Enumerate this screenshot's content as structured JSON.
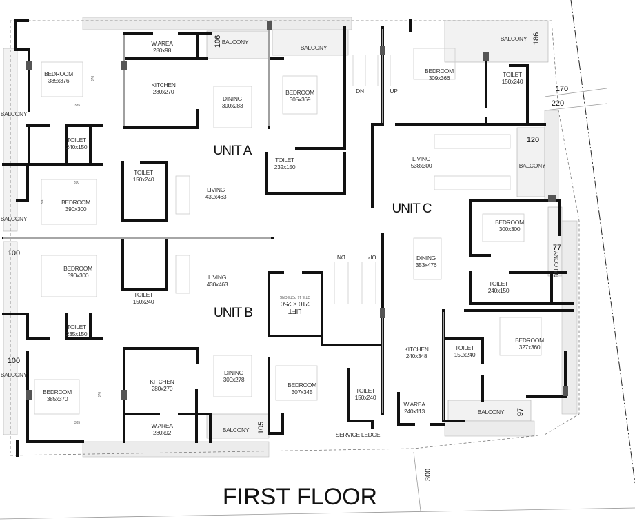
{
  "title": "FIRST FLOOR",
  "units": [
    "UNIT A",
    "UNIT B",
    "UNIT C"
  ],
  "rooms": [
    {
      "name": "W.AREA",
      "size": "280x98"
    },
    {
      "name": "BEDROOM",
      "size": "385x376"
    },
    {
      "name": "KITCHEN",
      "size": "280x270"
    },
    {
      "name": "DINING",
      "size": "300x283"
    },
    {
      "name": "BEDROOM",
      "size": "305x369"
    },
    {
      "name": "TOILET",
      "size": "240x150"
    },
    {
      "name": "TOILET",
      "size": "232x150"
    },
    {
      "name": "TOILET",
      "size": "150x240"
    },
    {
      "name": "LIVING",
      "size": "430x463"
    },
    {
      "name": "BEDROOM",
      "size": "390x300"
    },
    {
      "name": "BEDROOM",
      "size": "309x366"
    },
    {
      "name": "TOILET",
      "size": "150x240"
    },
    {
      "name": "LIVING",
      "size": "538x300"
    },
    {
      "name": "BEDROOM",
      "size": "300x300"
    },
    {
      "name": "DINING",
      "size": "353x476"
    },
    {
      "name": "TOILET",
      "size": "240x150"
    },
    {
      "name": "BEDROOM",
      "size": "390x300"
    },
    {
      "name": "TOILET",
      "size": "150x240"
    },
    {
      "name": "LIVING",
      "size": "430x463"
    },
    {
      "name": "TOILET",
      "size": "235x150"
    },
    {
      "name": "KITCHEN",
      "size": "280x270"
    },
    {
      "name": "DINING",
      "size": "300x278"
    },
    {
      "name": "BEDROOM",
      "size": "307x345"
    },
    {
      "name": "BEDROOM",
      "size": "385x370"
    },
    {
      "name": "KITCHEN",
      "size": "240x348"
    },
    {
      "name": "TOILET",
      "size": "150x240"
    },
    {
      "name": "BEDROOM",
      "size": "327x360"
    },
    {
      "name": "TOILET",
      "size": "150x240"
    },
    {
      "name": "W.AREA",
      "size": "240x113"
    },
    {
      "name": "W.AREA",
      "size": "280x92"
    }
  ],
  "balcony_label": "BALCONY",
  "service_ledge": "SERVICE LEDGE",
  "stairs": {
    "down": "DN",
    "up": "UP"
  },
  "lift": {
    "name": "LIFT",
    "size": "210 × 250",
    "spec": "OTIS 16 PERSONS"
  },
  "dimensions": {
    "d106": "106",
    "d186": "186",
    "d170": "170",
    "d220": "220",
    "d120": "120",
    "d77": "77",
    "d100a": "100",
    "d100b": "100",
    "d97": "97",
    "d105": "105",
    "d300": "300",
    "s376": "376",
    "s385a": "385",
    "s390": "390",
    "s300": "300",
    "s370": "370",
    "s385b": "385"
  }
}
